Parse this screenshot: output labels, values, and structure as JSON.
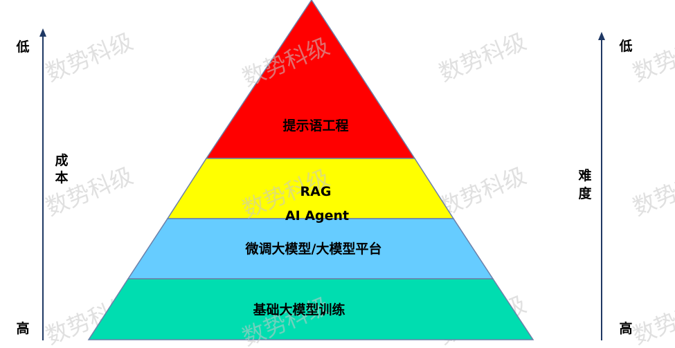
{
  "watermark": {
    "text": "数势科级"
  },
  "left_axis": {
    "top_label": "低",
    "title_chars": [
      "成",
      "本"
    ],
    "bottom_label": "高"
  },
  "right_axis": {
    "top_label": "低",
    "title_chars": [
      "难",
      "度"
    ],
    "bottom_label": "高"
  },
  "pyramid": {
    "layers": [
      {
        "label_lines": [
          "提示语工程"
        ],
        "color": "#ff0000"
      },
      {
        "label_lines": [
          "RAG",
          "AI Agent"
        ],
        "color": "#ffff00"
      },
      {
        "label_lines": [
          "微调大模型/大模型平台"
        ],
        "color": "#66ccff"
      },
      {
        "label_lines": [
          "基础大模型训练"
        ],
        "color": "#00ddb0"
      }
    ]
  }
}
